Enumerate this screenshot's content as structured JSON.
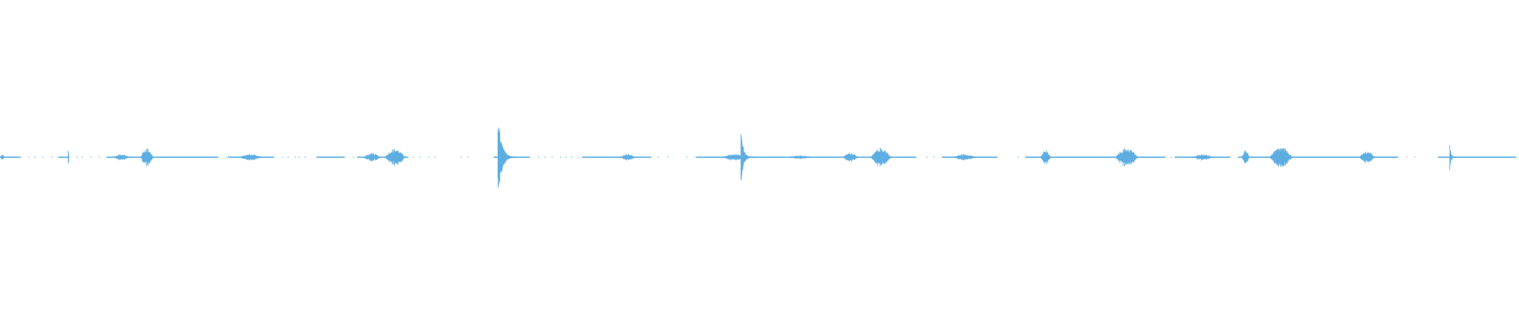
{
  "waveform": {
    "color": "#5dade2",
    "duration_s": 60,
    "baseline_amplitude": 0.004,
    "segments": [
      {
        "start": 0.0,
        "end": 0.8,
        "kind": "line"
      },
      {
        "start": 0.8,
        "end": 2.3,
        "kind": "dots"
      },
      {
        "start": 2.3,
        "end": 2.7,
        "kind": "line"
      },
      {
        "start": 2.7,
        "end": 4.2,
        "kind": "dots"
      },
      {
        "start": 4.2,
        "end": 8.6,
        "kind": "line"
      },
      {
        "start": 8.6,
        "end": 9.0,
        "kind": "dots"
      },
      {
        "start": 9.0,
        "end": 10.8,
        "kind": "line"
      },
      {
        "start": 10.8,
        "end": 11.8,
        "kind": "dots"
      },
      {
        "start": 11.8,
        "end": 12.3,
        "kind": "dots"
      },
      {
        "start": 12.5,
        "end": 13.6,
        "kind": "line"
      },
      {
        "start": 13.6,
        "end": 14.1,
        "kind": "dots"
      },
      {
        "start": 14.1,
        "end": 16.1,
        "kind": "line"
      },
      {
        "start": 16.1,
        "end": 17.3,
        "kind": "dots"
      },
      {
        "start": 18.2,
        "end": 18.6,
        "kind": "dots"
      },
      {
        "start": 19.5,
        "end": 20.9,
        "kind": "line"
      },
      {
        "start": 20.9,
        "end": 23.0,
        "kind": "dots"
      },
      {
        "start": 23.0,
        "end": 25.7,
        "kind": "line"
      },
      {
        "start": 25.7,
        "end": 26.5,
        "kind": "dots"
      },
      {
        "start": 27.1,
        "end": 27.5,
        "kind": "dots"
      },
      {
        "start": 27.5,
        "end": 36.2,
        "kind": "line"
      },
      {
        "start": 36.6,
        "end": 37.1,
        "kind": "dots"
      },
      {
        "start": 37.2,
        "end": 39.4,
        "kind": "line"
      },
      {
        "start": 40.2,
        "end": 40.5,
        "kind": "dots"
      },
      {
        "start": 40.5,
        "end": 46.0,
        "kind": "line"
      },
      {
        "start": 46.0,
        "end": 46.4,
        "kind": "dots"
      },
      {
        "start": 46.4,
        "end": 48.6,
        "kind": "line"
      },
      {
        "start": 48.9,
        "end": 55.2,
        "kind": "line"
      },
      {
        "start": 55.2,
        "end": 56.0,
        "kind": "dots"
      },
      {
        "start": 56.8,
        "end": 59.9,
        "kind": "line"
      }
    ],
    "bursts": [
      {
        "t": 0.1,
        "amp": 0.02,
        "width": 0.15
      },
      {
        "t": 2.7,
        "amp": 0.05,
        "width": 0.05
      },
      {
        "t": 4.8,
        "amp": 0.02,
        "width": 0.6
      },
      {
        "t": 5.8,
        "amp": 0.06,
        "width": 0.5
      },
      {
        "t": 9.9,
        "amp": 0.02,
        "width": 0.9
      },
      {
        "t": 14.7,
        "amp": 0.025,
        "width": 0.7
      },
      {
        "t": 15.6,
        "amp": 0.055,
        "width": 0.8
      },
      {
        "t": 19.7,
        "amp": 0.27,
        "width": 0.7,
        "decay": true
      },
      {
        "t": 24.8,
        "amp": 0.02,
        "width": 0.6
      },
      {
        "t": 29.0,
        "amp": 0.02,
        "width": 0.9
      },
      {
        "t": 29.3,
        "amp": 0.16,
        "width": 0.5,
        "decay": true
      },
      {
        "t": 31.6,
        "amp": 0.012,
        "width": 0.8
      },
      {
        "t": 33.6,
        "amp": 0.03,
        "width": 0.6
      },
      {
        "t": 34.8,
        "amp": 0.06,
        "width": 0.8
      },
      {
        "t": 38.1,
        "amp": 0.02,
        "width": 0.9
      },
      {
        "t": 41.3,
        "amp": 0.045,
        "width": 0.4
      },
      {
        "t": 44.5,
        "amp": 0.06,
        "width": 0.9
      },
      {
        "t": 47.5,
        "amp": 0.02,
        "width": 0.8
      },
      {
        "t": 49.2,
        "amp": 0.05,
        "width": 0.3
      },
      {
        "t": 50.6,
        "amp": 0.065,
        "width": 0.9
      },
      {
        "t": 54.0,
        "amp": 0.04,
        "width": 0.6
      },
      {
        "t": 57.3,
        "amp": 0.1,
        "width": 0.2,
        "decay": true
      }
    ]
  }
}
